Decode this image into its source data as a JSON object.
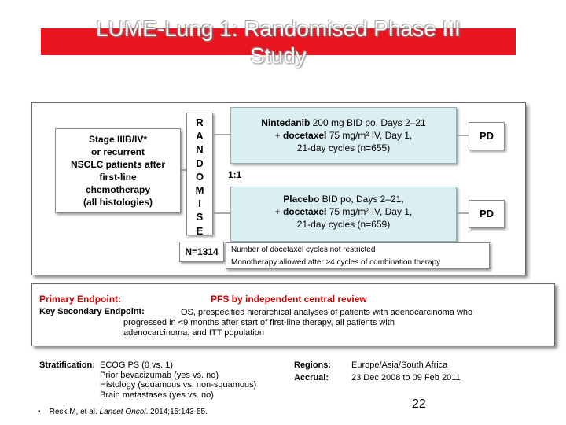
{
  "slide": {
    "title_line1": "LUME-Lung 1: Randomised Phase III",
    "title_line2": "Study",
    "colors": {
      "title_bar": "#e8141e",
      "arm_fill": "#dbeff3",
      "endpoint_red": "#cc0000"
    }
  },
  "design": {
    "population_lines": [
      "Stage IIIB/IV*",
      "or recurrent",
      "NSCLC patients after",
      "first-line",
      "chemotherapy",
      "(all histologies)"
    ],
    "randomise_letters": [
      "R",
      "A",
      "N",
      "D",
      "O",
      "M",
      "I",
      "S",
      "E"
    ],
    "ratio": "1:1",
    "n_total": "N=1314",
    "arm1": {
      "drug": "Nintedanib",
      "line1_rest": " 200 mg BID po, Days 2–21",
      "line2_prefix": "+ ",
      "line2_drug": "docetaxel",
      "line2_rest": " 75 mg/m² IV, Day 1,",
      "line3": "21-day cycles (n=655)",
      "outcome": "PD"
    },
    "arm2": {
      "drug": "Placebo",
      "line1_rest": " BID po, Days 2–21,",
      "line2_prefix": "+ ",
      "line2_drug": "docetaxel",
      "line2_rest": " 75 mg/m² IV, Day 1,",
      "line3": "21-day cycles (n=659)",
      "outcome": "PD"
    },
    "note_line1": "Number of docetaxel cycles not restricted",
    "note_line2": "Monotherapy allowed after ≥4 cycles of combination therapy"
  },
  "endpoints": {
    "primary_label": "Primary Endpoint:",
    "primary_value": "PFS by independent central review",
    "secondary_label": "Key Secondary Endpoint:",
    "secondary_line1": "OS, prespecified hierarchical analyses of patients with adenocarcinoma who",
    "secondary_line2": "progressed in <9 months after start of first-line therapy, all patients with",
    "secondary_line3": "adenocarcinoma, and ITT population"
  },
  "stratification": {
    "label": "Stratification:",
    "items": [
      "ECOG PS (0 vs. 1)",
      "Prior bevacizumab (yes vs. no)",
      "Histology (squamous vs. non-squamous)",
      "Brain metastases (yes vs. no)"
    ],
    "regions_label": "Regions:",
    "regions_value": "Europe/Asia/South Africa",
    "accrual_label": "Accrual:",
    "accrual_value": "23 Dec 2008 to 09 Feb 2011"
  },
  "reference": {
    "bullet": "•",
    "authors": "Reck M, et al. ",
    "journal": "Lancet Oncol",
    "rest": ". 2014;15:143-55."
  },
  "page_number": "22"
}
